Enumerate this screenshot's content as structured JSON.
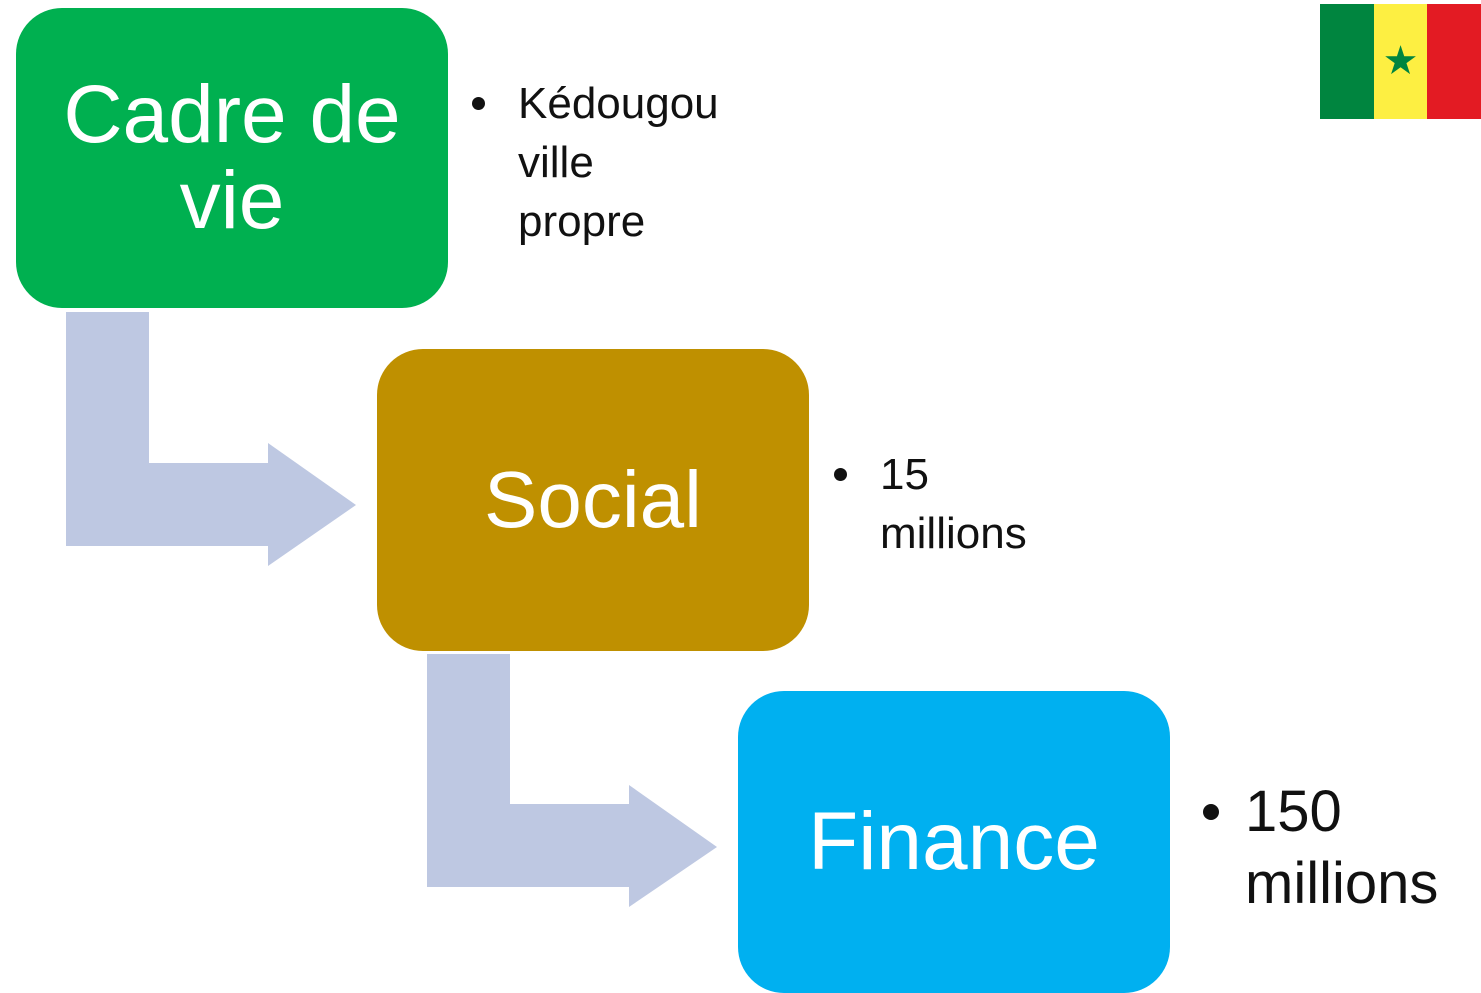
{
  "steps": [
    {
      "label": "Cadre de vie",
      "color": "#00B050"
    },
    {
      "label": "Social",
      "color": "#BF9000"
    },
    {
      "label": "Finance",
      "color": "#00B0F0"
    }
  ],
  "details": [
    {
      "text": "Kédougou\nville\npropre"
    },
    {
      "text": "15\nmillions"
    },
    {
      "text": "150\nmillions"
    }
  ],
  "connector_color": "#BEC8E2",
  "flag": {
    "icon": "senegal-flag-icon",
    "stripes": [
      "#00853F",
      "#FDEF42",
      "#E31B23"
    ],
    "star_color": "#00853F"
  }
}
